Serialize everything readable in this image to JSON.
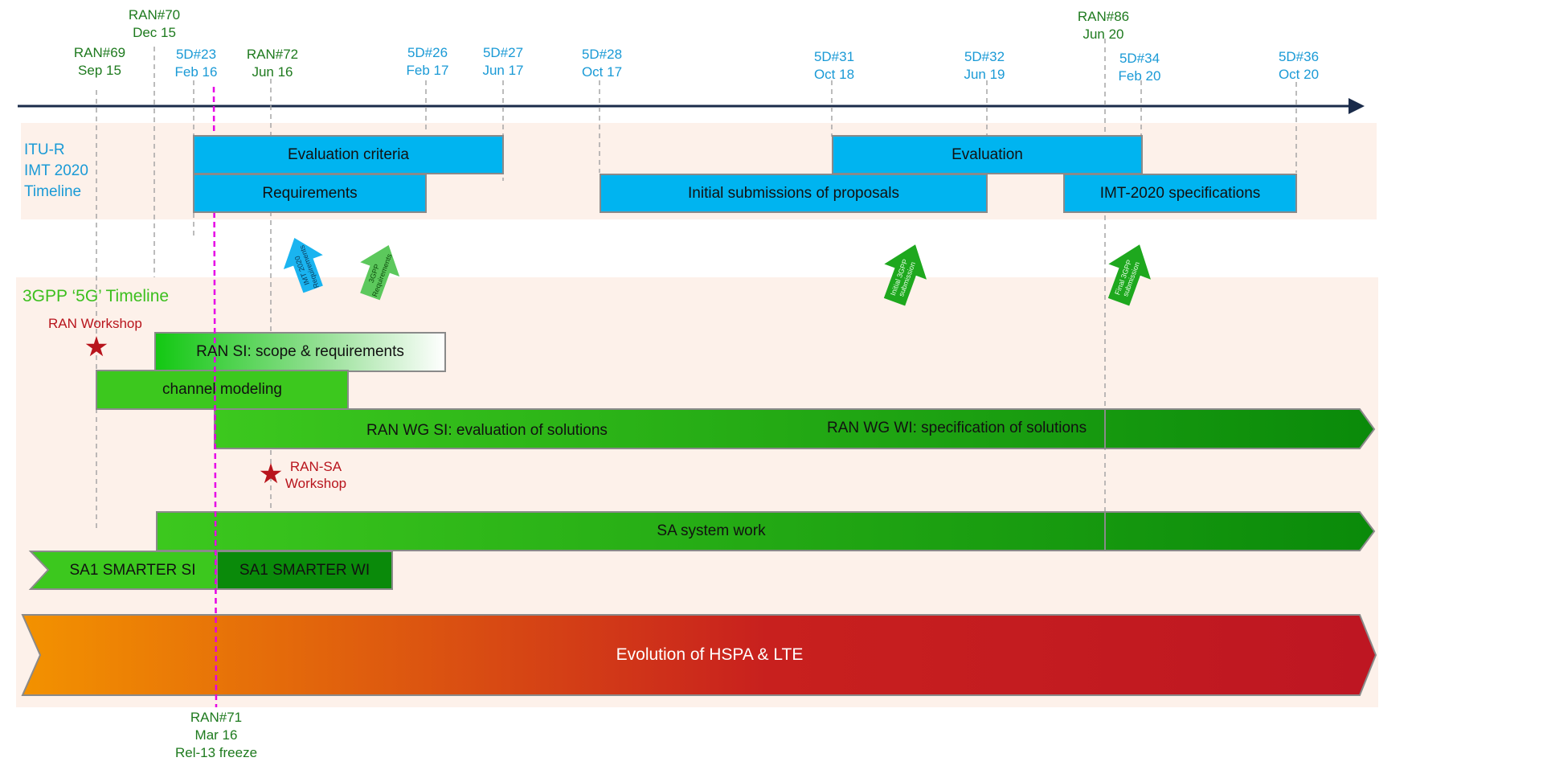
{
  "top_markers": {
    "ran69": [
      "RAN#69",
      "Sep 15"
    ],
    "ran70": [
      "RAN#70",
      "Dec 15"
    ],
    "sd23": [
      "5D#23",
      "Feb 16"
    ],
    "ran72": [
      "RAN#72",
      "Jun 16"
    ],
    "sd26": [
      "5D#26",
      "Feb 17"
    ],
    "sd27": [
      "5D#27",
      "Jun 17"
    ],
    "sd28": [
      "5D#28",
      "Oct 17"
    ],
    "sd31": [
      "5D#31",
      "Oct 18"
    ],
    "sd32": [
      "5D#32",
      "Jun 19"
    ],
    "ran86": [
      "RAN#86",
      "Jun 20"
    ],
    "sd34": [
      "5D#34",
      "Feb 20"
    ],
    "sd36": [
      "5D#36",
      "Oct 20"
    ]
  },
  "bottom_marker": [
    "RAN#71",
    "Mar 16",
    "Rel-13 freeze"
  ],
  "itu": {
    "label": [
      "ITU-R",
      "IMT 2020",
      "Timeline"
    ],
    "evaluation_criteria": "Evaluation criteria",
    "requirements": "Requirements",
    "initial_submissions": "Initial submissions of proposals",
    "evaluation": "Evaluation",
    "imt_specs": "IMT-2020 specifications"
  },
  "arrows": {
    "imt_req": [
      "IMT 2020",
      "Requirements"
    ],
    "gpp_req": [
      "3GPP",
      "Requirements"
    ],
    "initial_sub": [
      "Initial 3GPP",
      "submission"
    ],
    "final_sub": [
      "Final 3GPP",
      "submission"
    ]
  },
  "gpp": {
    "label": "3GPP ‘5G’ Timeline",
    "ran_workshop": "RAN Workshop",
    "ran_si": "RAN SI: scope & requirements",
    "channel_modeling": "channel modeling",
    "ran_wg_si": "RAN WG SI: evaluation of solutions",
    "ran_wg_wi": "RAN WG WI: specification of solutions",
    "ran_sa_workshop": [
      "RAN-SA",
      "Workshop"
    ],
    "sa_system": "SA system work",
    "sa1_si": "SA1 SMARTER SI",
    "sa1_wi": "SA1 SMARTER WI",
    "evolution": "Evolution of HSPA & LTE"
  },
  "colors": {
    "itu_blue": "#00b4f0",
    "green_light": "#3cc81e",
    "green_dark": "#0a8a0a",
    "orange": "#f39200",
    "red": "#be1622",
    "marker_line": "#e600e6"
  }
}
